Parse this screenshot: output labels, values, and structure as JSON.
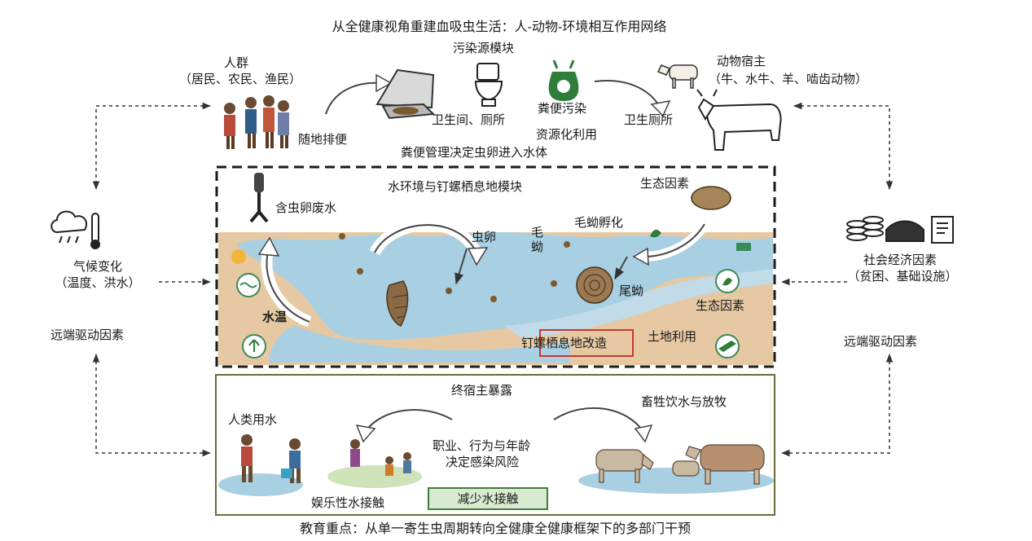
{
  "title": "从全健康视角重建血吸虫生活：人-动物-环境相互作用网络",
  "top": {
    "humans_label": "人群",
    "humans_sub": "（居民、农民、渔民）",
    "open_defecation": "随地排便",
    "pollution_module": "污染源模块",
    "toilet_label": "卫生间、厕所",
    "manure_pollution": "粪便污染",
    "resource_use": "资源化利用",
    "sanitary_toilet": "卫生厕所",
    "animal_hosts": "动物宿主",
    "animal_hosts_sub": "（牛、水牛、羊、啮齿动物）",
    "fecal_management": "粪便管理决定虫卵进入水体"
  },
  "middle": {
    "module_title": "水环境与钉螺栖息地模块",
    "wastewater": "含虫卵废水",
    "eggs": "虫卵",
    "miracidia": "毛蚴",
    "miracidia_hatch": "毛蚴孵化",
    "cercariae": "尾蚴",
    "eco_factors_top": "生态因素",
    "eco_factors_right": "生态因素",
    "water_temp": "水温",
    "land_use": "土地利用",
    "snail_habitat": "钉螺栖息地改造"
  },
  "left": {
    "climate": "气候变化",
    "climate_sub": "（温度、洪水）",
    "distal_drivers": "远端驱动因素"
  },
  "right": {
    "socioeconomic": "社会经济因素",
    "socioeconomic_sub": "（贫困、基础设施）",
    "distal_drivers": "远端驱动因素"
  },
  "bottom": {
    "exposure": "终宿主暴露",
    "human_water": "人类用水",
    "livestock": "畜牲饮水与放牧",
    "risk_line1": "职业、行为与年龄",
    "risk_line2": "决定感染风险",
    "recreational": "娱乐性水接触",
    "reduce_contact": "减少水接触"
  },
  "footer": "教育重点：从单一寄生虫周期转向全健康全健康框架下的多部门干预",
  "colors": {
    "water": "#a9cfe3",
    "sand": "#e6c9a2",
    "habitat_box": "#c9372c",
    "reduce_box_fill": "#d8ead0",
    "reduce_box_border": "#3f7d3a",
    "bottom_frame": "#6b6b3a"
  }
}
